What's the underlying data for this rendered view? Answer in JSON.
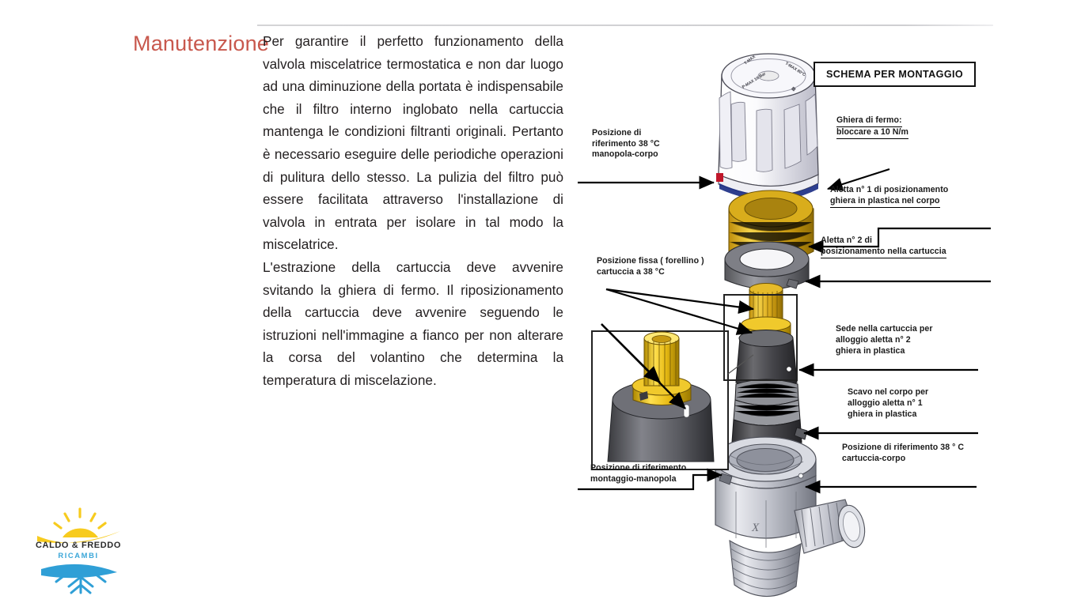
{
  "slide": {
    "section_title": "Manutenzione",
    "paragraphs": [
      "Per garantire il perfetto funzionamento della valvola miscelatrice termostatica e non dar luogo ad una diminuzione della portata è indispensabile che il filtro interno inglobato nella cartuccia mantenga le condizioni filtranti originali. Pertanto è necessario eseguire delle periodiche operazioni di pulitura dello stesso. La pulizia del filtro può essere facilitata attraverso l'installazione di valvola in entrata per isolare in tal modo la miscelatrice.",
      "L'estrazione della cartuccia deve avvenire svitando la ghiera di fermo. Il riposizionamento della cartuccia deve avvenire seguendo le istruzioni nell'immagine a fianco per non alterare la corsa del volantino che determina la temperatura di miscelazione."
    ]
  },
  "diagram": {
    "box_title": "SCHEMA PER MONTAGGIO",
    "callouts": {
      "knob_ref": "Posizione di\nriferimento 38 °C\nmanopola-corpo",
      "ghiera_fermo_l1": "Ghiera di fermo:",
      "ghiera_fermo_l2": "bloccare a 10 N/m",
      "aletta1_l1": "Aletta n° 1 di posizionamento",
      "aletta1_l2": "ghiera in plastica nel corpo",
      "aletta2_l1": "Aletta  n° 2 di",
      "aletta2_l2": "posizionamento nella cartuccia",
      "forellino": "Posizione fissa ( forellino )\ncartuccia a 38 °C",
      "sede_l1": "Sede nella cartuccia per",
      "sede_l2": "alloggio aletta n° 2",
      "sede_l3": "ghiera in plastica",
      "scavo_l1": "Scavo nel corpo per",
      "scavo_l2": "alloggio  aletta n° 1",
      "scavo_l3": "ghiera in plastica",
      "cart_ref_l1": "Posizione di riferimento 38 ° C",
      "cart_ref_l2": "cartuccia-corpo",
      "montaggio": "Posizione di riferimento\nmontaggio-manopola"
    }
  },
  "logo": {
    "name": "CALDO & FREDDO",
    "sub": "RICAMBI",
    "sun_color": "#f5c520",
    "snow_color": "#2d9bd4"
  },
  "colors": {
    "title": "#c8584d",
    "body": "#231f20",
    "rule": "#d4d4d6",
    "brass": "#d8a520",
    "knob": "#f2f2f5",
    "cartridge": "#4a4a4c",
    "blue_band": "#1c2f86",
    "red_mark": "#c0172a"
  }
}
